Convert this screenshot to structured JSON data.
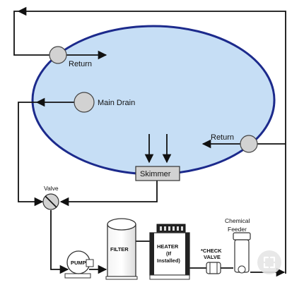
{
  "diagram": {
    "labels": {
      "return_top": "Return",
      "main_drain": "Main Drain",
      "return_right": "Return",
      "skimmer": "Skimmer",
      "valve": "Valve",
      "chemical_feeder_1": "Chemical",
      "chemical_feeder_2": "Feeder",
      "pump": "PUMP",
      "filter": "FILTER",
      "heater_1": "HEATER",
      "heater_2": "(If",
      "heater_3": "Installed)",
      "check_valve_1": "*CHECK",
      "check_valve_2": "VALVE"
    },
    "colors": {
      "pool_fill": "#c6def5",
      "pool_border": "#1c2a8c",
      "fitting": "#d2d2d2",
      "equipment": "#ffffff",
      "pipe": "#111111"
    }
  },
  "overlay": {
    "icon": "expand-icon"
  }
}
